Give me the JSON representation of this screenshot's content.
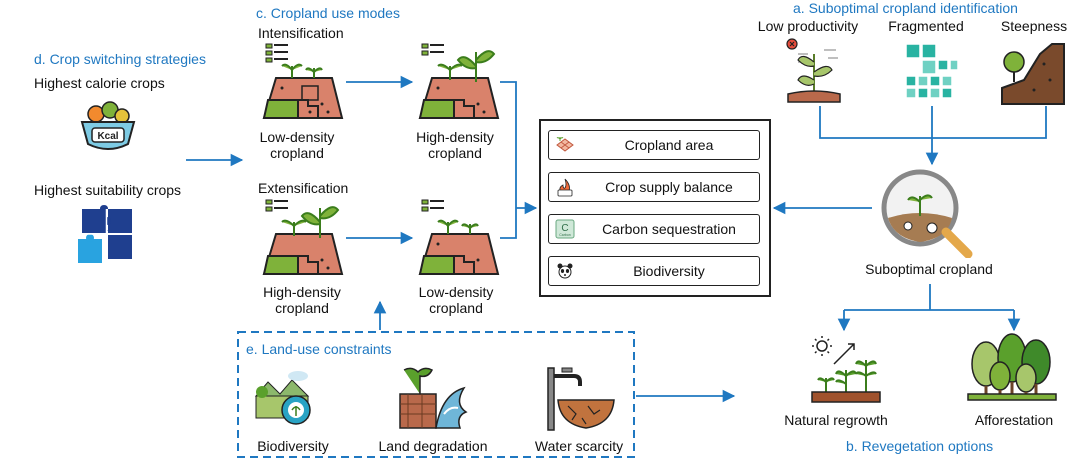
{
  "sections": {
    "a_title": "a. Suboptimal cropland identification",
    "b_title": "b. Revegetation options",
    "c_title": "c. Cropland use modes",
    "d_title": "d. Crop switching strategies",
    "e_title": "e. Land-use constraints"
  },
  "identification": {
    "low_productivity": "Low productivity",
    "fragmented": "Fragmented",
    "steepness": "Steepness",
    "suboptimal_cropland": "Suboptimal cropland"
  },
  "revegetation": {
    "natural_regrowth": "Natural regrowth",
    "afforestation": "Afforestation"
  },
  "cropland_modes": {
    "intensification": "Intensification",
    "extensification": "Extensification",
    "int_from_line1": "Low-density",
    "int_from_line2": "cropland",
    "int_to_line1": "High-density",
    "int_to_line2": "cropland",
    "ext_from_line1": "High-density",
    "ext_from_line2": "cropland",
    "ext_to_line1": "Low-density",
    "ext_to_line2": "cropland"
  },
  "crop_switching": {
    "calorie": "Highest calorie crops",
    "kcal_icon_text": "Kcal",
    "suitability": "Highest suitability crops"
  },
  "constraints": {
    "biodiversity": "Biodiversity",
    "land_degradation": "Land degradation",
    "water_scarcity": "Water scarcity"
  },
  "metrics": [
    {
      "label": "Cropland area",
      "icon": "cropland-grid-icon"
    },
    {
      "label": "Crop supply balance",
      "icon": "kcal-flame-icon"
    },
    {
      "label": "Carbon sequestration",
      "icon": "carbon-icon",
      "icon_text": "C",
      "icon_subtext": "Carbon"
    },
    {
      "label": "Biodiversity",
      "icon": "panda-icon"
    }
  ],
  "colors": {
    "accent": "#1f78c1",
    "soil": "#d9826b",
    "grass": "#7fb23a",
    "plant": "#5aa02c",
    "puzzle_dark": "#1f3f8f",
    "puzzle_light": "#29a3e0"
  }
}
